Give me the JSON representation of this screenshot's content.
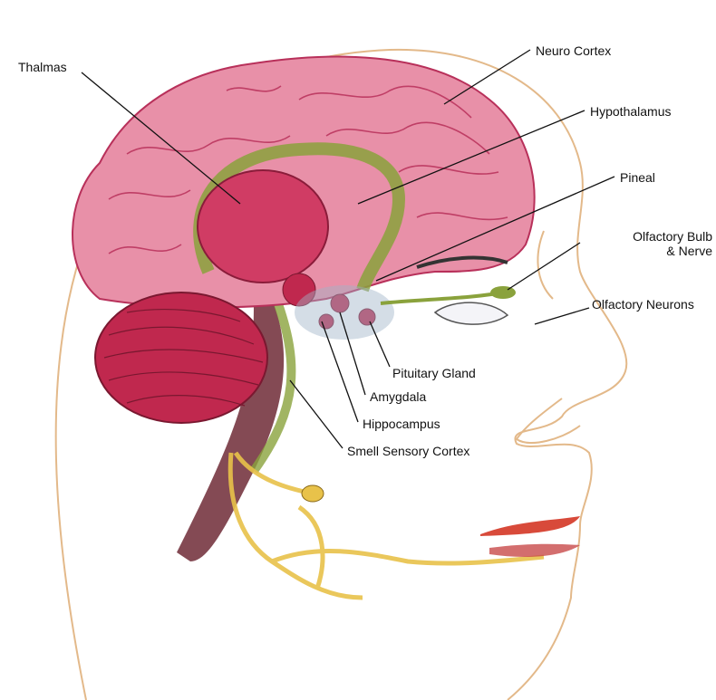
{
  "labels": {
    "thalmas": "Thalmas",
    "neuro_cortex": "Neuro Cortex",
    "hypothalamus": "Hypothalamus",
    "pineal": "Pineal",
    "olfactory_bulb_line1": "Olfactory Bulb",
    "olfactory_bulb_line2": "& Nerve",
    "olfactory_neurons": "Olfactory Neurons",
    "pituitary_gland": "Pituitary Gland",
    "amygdala": "Amygdala",
    "hippocampus": "Hippocampus",
    "smell_sensory_cortex": "Smell Sensory Cortex"
  },
  "colors": {
    "brain": "#e890a8",
    "brain_fold": "#b8305a",
    "cerebellum": "#c0284e",
    "thalamus": "#d03c64",
    "limbic_green": "#8aa23c",
    "nerve_yellow": "#e8c24a",
    "skin_outline": "#e3b98a",
    "brainstem": "#6e2a36",
    "leader_line": "#111111"
  }
}
